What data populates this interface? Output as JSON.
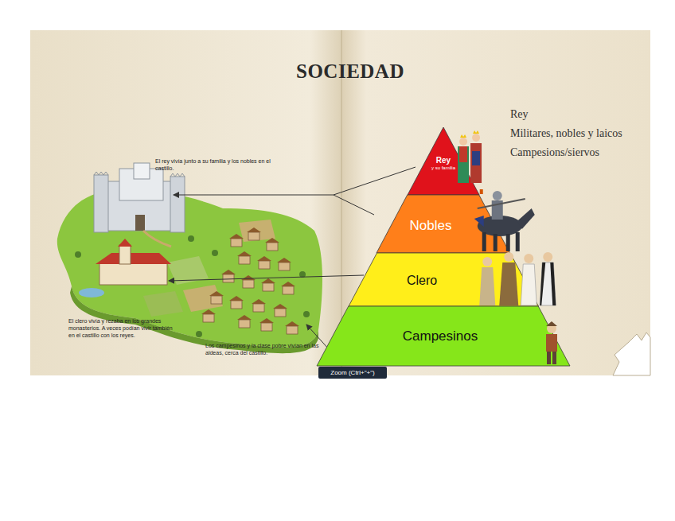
{
  "diagram": {
    "title": "SOCIEDAD",
    "nodes": [
      {
        "text": [
          "Rey",
          "y su familia"
        ]
      },
      {
        "text": [
          "Nobles"
        ]
      },
      {
        "text": [
          "Clero"
        ]
      },
      {
        "text": [
          "Campesinos"
        ]
      }
    ],
    "labels": [
      "Rey",
      "Militares, nobles y laicos",
      "Campesions/siervos",
      "El rey vivía junto a su familia y los nobles en el castillo.",
      "El clero vivía y rezaba en los grandes monasterios. A veces podían vivir también en el castillo con los reyes.",
      "Los campesinos y la clase pobre vivían en las aldeas, cerca del castillo.",
      "Zoom (Ctrl+\"+\")"
    ]
  }
}
